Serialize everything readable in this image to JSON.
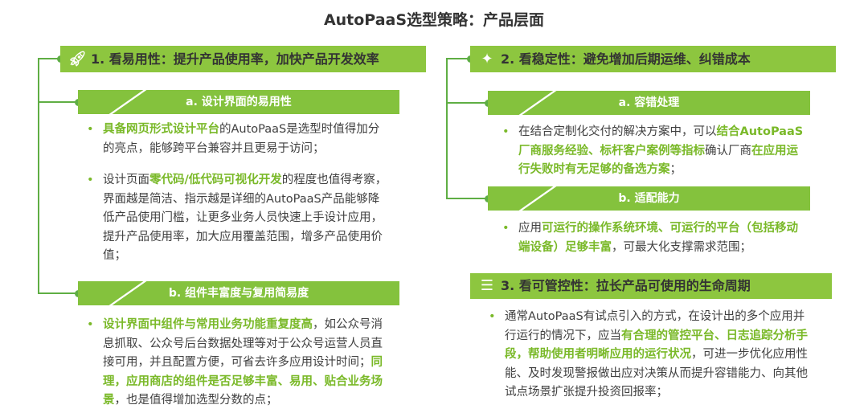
{
  "title": "AutoPaaS选型策略：产品层面",
  "colors": {
    "bar": "#8dc63f",
    "highlight": "#7ab929",
    "tree": "#5fae44"
  },
  "sections": [
    {
      "icon": "rocket-icon",
      "heading": "1. 看易用性：提升产品使用率，加快产品开发效率",
      "subsections": [
        {
          "heading": "a. 设计界面的易用性",
          "bullets": [
            [
              {
                "t": "具备网页形式设计平台",
                "hl": true
              },
              {
                "t": "的AutoPaaS是选型时值得加分的亮点，能够跨平台兼容并且更易于访问；",
                "hl": false
              }
            ],
            [
              {
                "t": "设计页面",
                "hl": false
              },
              {
                "t": "零代码/低代码可视化开发",
                "hl": true
              },
              {
                "t": "的程度也值得考察，界面越是简洁、指示越是详细的AutoPaaS产品能够降低产品使用门槛，让更多业务人员快速上手设计应用，提升产品使用率，加大应用覆盖范围，增多产品使用价值；",
                "hl": false
              }
            ]
          ]
        },
        {
          "heading": "b. 组件丰富度与复用简易度",
          "bullets": [
            [
              {
                "t": "设计界面中组件与常用业务功能重复度高",
                "hl": true
              },
              {
                "t": "，如公众号消息抓取、公众号后台数据处理等对于公众号运营人员直接可用，并且配置方便，可省去许多应用设计时间；",
                "hl": false
              },
              {
                "t": "同理，应用商店的组件是否足够丰富、易用、贴合业务场景",
                "hl": true
              },
              {
                "t": "，也是值得增加选型分数的点；",
                "hl": false
              }
            ]
          ]
        }
      ]
    },
    {
      "icon": "robot-icon",
      "heading": "2. 看稳定性：避免增加后期运维、纠错成本",
      "subsections": [
        {
          "heading": "a. 容错处理",
          "bullets": [
            [
              {
                "t": "在结合定制化交付的解决方案中，可以",
                "hl": false
              },
              {
                "t": "结合AutoPaaS厂商服务经验、标杆客户案例等指标",
                "hl": true
              },
              {
                "t": "确认厂商",
                "hl": false
              },
              {
                "t": "在应用运行失败时有无足够的备选方案",
                "hl": true
              },
              {
                "t": "；",
                "hl": false
              }
            ]
          ]
        },
        {
          "heading": "b. 适配能力",
          "bullets": [
            [
              {
                "t": "应用",
                "hl": false
              },
              {
                "t": "可运行的操作系统环境、可运行的平台（包括移动端设备）足够丰富",
                "hl": true
              },
              {
                "t": "，可最大化支撑需求范围；",
                "hl": false
              }
            ]
          ]
        }
      ]
    },
    {
      "icon": "sliders-icon",
      "heading": "3. 看可管控性：拉长产品可使用的生命周期",
      "bullets": [
        [
          {
            "t": "通常AutoPaaS有试点引入的方式，在设计出的多个应用并行运行的情况下，应当",
            "hl": false
          },
          {
            "t": "有合理的管控平台、日志追踪分析手段，帮助使用者明晰应用的运行状况",
            "hl": true
          },
          {
            "t": "，可进一步优化应用性能、及时发现警报做出应对决策从而提升容错能力、向其他试点场景扩张提升投资回报率；",
            "hl": false
          }
        ]
      ]
    }
  ]
}
